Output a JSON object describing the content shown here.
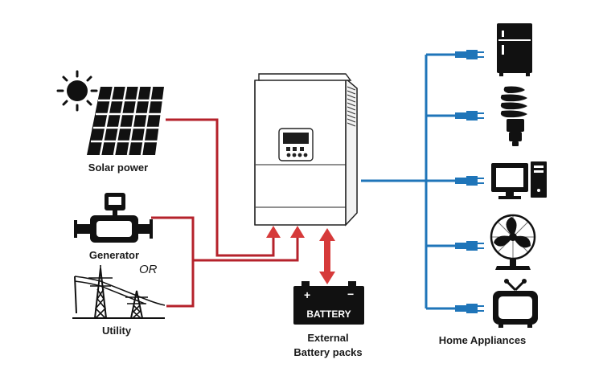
{
  "sources": {
    "solar": "Solar power",
    "generator": "Generator",
    "or_text": "OR",
    "utility": "Utility"
  },
  "battery": {
    "plate_text": "BATTERY",
    "label_line1": "External",
    "label_line2": "Battery packs"
  },
  "appliances": {
    "label": "Home Appliances",
    "items": [
      "refrigerator",
      "light-bulb",
      "computer",
      "fan",
      "television"
    ]
  },
  "colors": {
    "source_line": "#b5222b",
    "appliance_line": "#1f75b9",
    "battery_arrow": "#d63a3a",
    "icon_dark": "#111111"
  }
}
